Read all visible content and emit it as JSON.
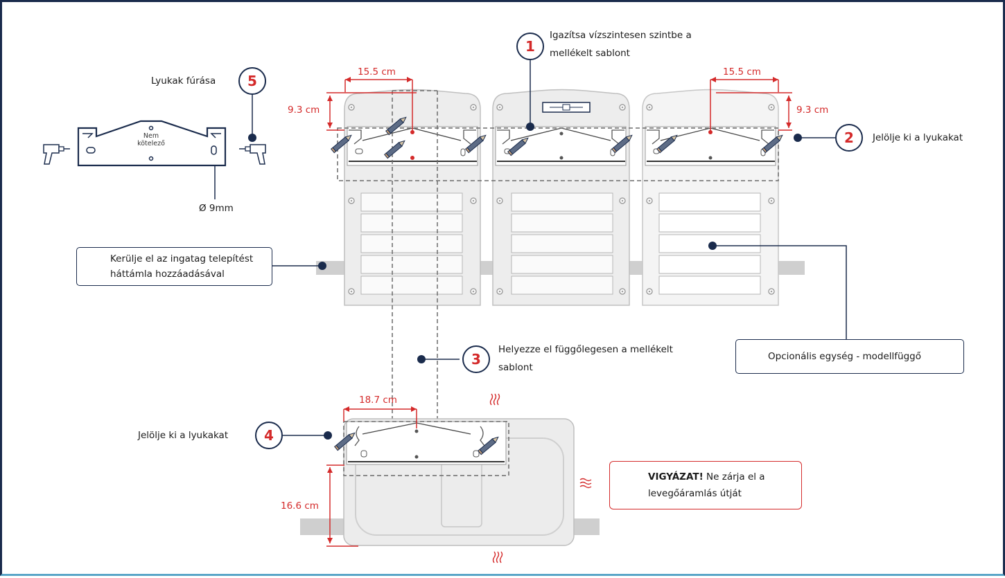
{
  "steps": [
    {
      "number": "1",
      "text_line1": "Igazítsa vízszintesen szintbe a",
      "text_line2": "mellékelt sablont"
    },
    {
      "number": "2",
      "text": "Jelölje ki a lyukakat"
    },
    {
      "number": "3",
      "text_line1": "Helyezze el függőlegesen  a mellékelt",
      "text_line2": "sablont"
    },
    {
      "number": "4",
      "text": "Jelölje ki a lyukakat"
    },
    {
      "number": "5",
      "text": "Lyukak fúrása"
    }
  ],
  "bracket": {
    "label_line1": "Nem",
    "label_line2": "kötelező",
    "hole_diameter": "Ø 9mm"
  },
  "dimensions": {
    "top_left_width": "15.5 cm",
    "top_left_height": "9.3 cm",
    "top_right_width": "15.5 cm",
    "top_right_height": "9.3 cm",
    "bottom_width": "18.7 cm",
    "bottom_height": "16.6 cm"
  },
  "notes": {
    "backrest_line1": "Kerülje el az ingatag telepítést",
    "backrest_line2": "háttámla hozzáadásával",
    "optional_unit": "Opcionális egység - modellfüggő"
  },
  "warning": {
    "title": "VIGYÁZAT!",
    "text_line1": " Ne zárja el a",
    "text_line2": "levegőáramlás  útját"
  },
  "icons": [
    "drill-icon",
    "pencil-icon",
    "spirit-level-icon",
    "heat-wave-icon",
    "warning-triangle-icon",
    "comment-icon"
  ],
  "colors": {
    "navy": "#1a2b4c",
    "red": "#d42a2a",
    "unit_gray": "#e9e9e9",
    "outline": "#b8b8b8"
  }
}
